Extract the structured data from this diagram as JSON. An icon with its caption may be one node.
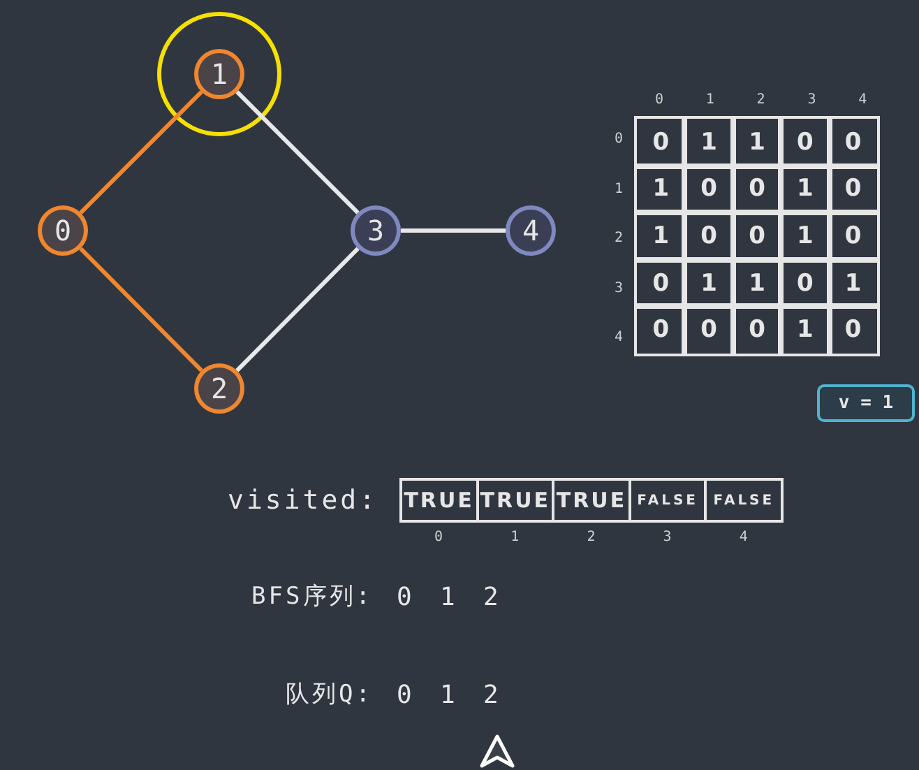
{
  "diagram": {
    "nodes": [
      {
        "text": [
          "0"
        ]
      },
      {
        "text": [
          "1"
        ]
      },
      {
        "text": [
          "2"
        ]
      },
      {
        "text": [
          "3"
        ]
      },
      {
        "text": [
          "4"
        ]
      },
      {
        "text": [
          "v = 1"
        ]
      }
    ],
    "edges": [
      {
        "from": 0,
        "to": 1,
        "arrow": "none",
        "color": "#f0862e"
      },
      {
        "from": 0,
        "to": 2,
        "arrow": "none",
        "color": "#f0862e"
      },
      {
        "from": 1,
        "to": 3,
        "arrow": "none"
      },
      {
        "from": 2,
        "to": 3,
        "arrow": "none"
      },
      {
        "from": 3,
        "to": 4,
        "arrow": "none"
      }
    ],
    "labels": [
      "0",
      "1",
      "2",
      "3",
      "4",
      "0",
      "0",
      "1",
      "1",
      "0",
      "0",
      "1",
      "1",
      "0",
      "0",
      "1",
      "0",
      "2",
      "1",
      "0",
      "0",
      "1",
      "0",
      "3",
      "0",
      "1",
      "1",
      "0",
      "1",
      "4",
      "0",
      "0",
      "0",
      "1",
      "0",
      "visited:",
      "TRUE",
      "TRUE",
      "TRUE",
      "FALSE",
      "FALSE",
      "0",
      "1",
      "2",
      "3",
      "4",
      "BFS序列:",
      "0",
      "1",
      "2",
      "队列Q:",
      "0",
      "1",
      "2"
    ]
  }
}
